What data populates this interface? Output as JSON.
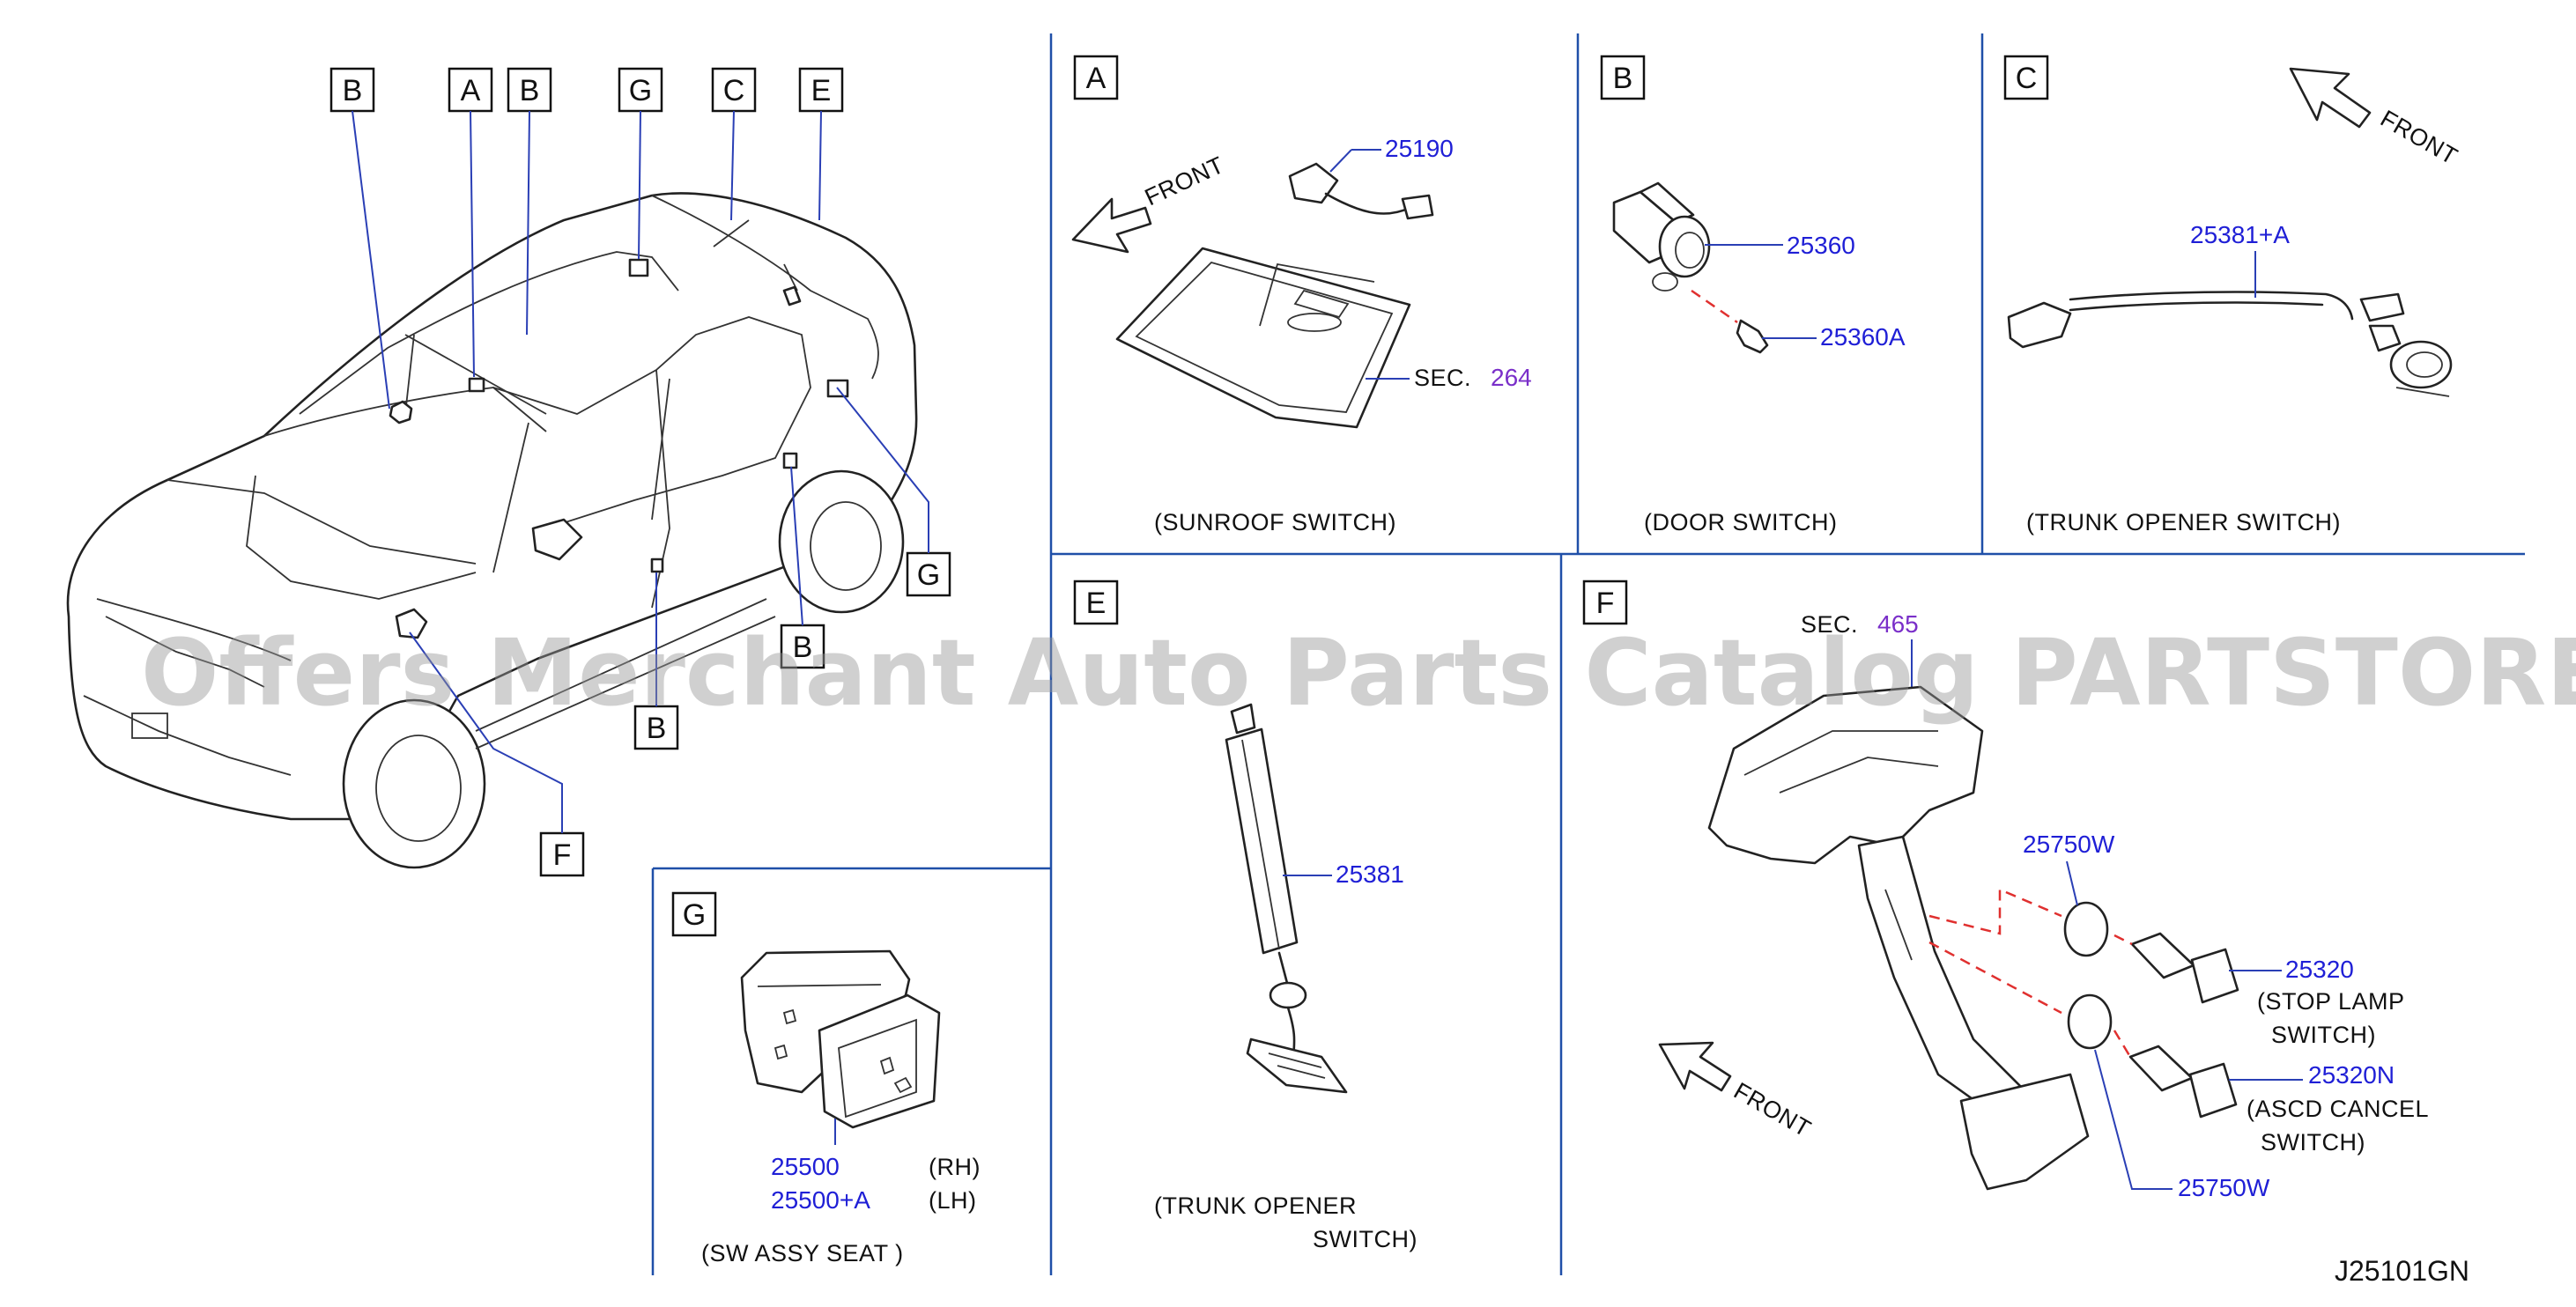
{
  "diagram_code": "J25101GN",
  "watermark": "Offers Merchant Auto Parts Catalog PARTSTORE.SA",
  "front_label": "FRONT",
  "sec_prefix": "SEC.",
  "overview": {
    "callouts": [
      "B",
      "A",
      "B",
      "G",
      "C",
      "E",
      "G",
      "B",
      "B",
      "F"
    ]
  },
  "panels": {
    "A": {
      "letter": "A",
      "parts": [
        "25190"
      ],
      "sec_ref": "264",
      "caption": "(SUNROOF    SWITCH)"
    },
    "B": {
      "letter": "B",
      "parts": [
        "25360",
        "25360A"
      ],
      "caption": "(DOOR    SWITCH)"
    },
    "C": {
      "letter": "C",
      "parts": [
        "25381+A"
      ],
      "caption": "(TRUNK    OPENER    SWITCH)"
    },
    "E": {
      "letter": "E",
      "parts": [
        "25381"
      ],
      "caption_line1": "(TRUNK    OPENER",
      "caption_line2": "SWITCH)"
    },
    "F": {
      "letter": "F",
      "sec_ref": "465",
      "parts": [
        "25750W",
        "25320",
        "25320N",
        "25750W"
      ],
      "stop_lamp_line1": "(STOP    LAMP",
      "stop_lamp_line2": "SWITCH)",
      "ascd_line1": "(ASCD    CANCEL",
      "ascd_line2": "SWITCH)"
    },
    "G": {
      "letter": "G",
      "parts": [
        "25500",
        "25500+A"
      ],
      "side_rh": "(RH)",
      "side_lh": "(LH)",
      "caption": "(SW    ASSY    SEAT    )"
    }
  },
  "colors": {
    "part_number": "#1f1fd6",
    "section_ref": "#7a2fc9",
    "divider": "#1f4fa8",
    "connection_dash": "#e0302f"
  }
}
